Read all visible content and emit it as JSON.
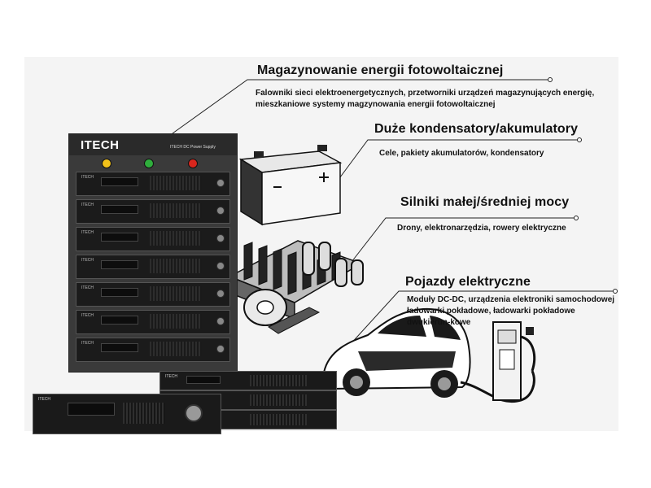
{
  "sections": [
    {
      "title": "Magazynowanie energii fotowoltaicznej",
      "description": "Falowniki sieci elektroenergetycznych, przetworniki urządzeń magazynujących energię, mieszkaniowe systemy magzynowania energii fotowoltaicznej"
    },
    {
      "title": "Duże kondensatory/akumulatory",
      "description": "Cele, pakiety akumulatorów, kondensatory"
    },
    {
      "title": "Silniki małej/średniej mocy",
      "description": "Drony, elektronarzędzia, rowery elektryczne"
    },
    {
      "title": "Pojazdy elektryczne",
      "description": "Moduły DC-DC, urządzenia elektroniki samochodowej ładowarki pokładowe, ładowarki pokładowe dwukierun-kowe"
    }
  ],
  "cabinet": {
    "brand": "ITECH",
    "label": "ITECH DC Power Supply",
    "unit_logo": "ITECH"
  },
  "colors": {
    "button_left": "#f2c21a",
    "button_mid": "#2fae3c",
    "button_right": "#d8261d",
    "cabinet": "#3a3a3a",
    "background_panel": "#f4f4f4"
  },
  "icons": [
    "battery-icon",
    "inductor-heatsink-icon",
    "electric-car-icon",
    "charging-station-icon"
  ]
}
